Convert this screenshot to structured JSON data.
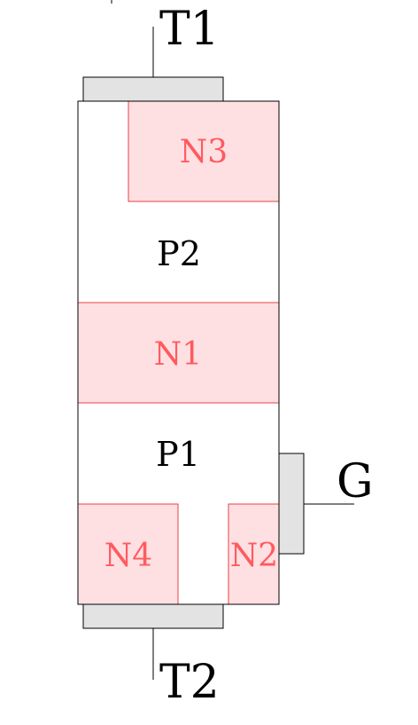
{
  "terminals": {
    "t1": "T1",
    "t2": "T2",
    "gate": "G"
  },
  "regions": {
    "n3": "N3",
    "p2": "P2",
    "n1": "N1",
    "p1": "P1",
    "n4": "N4",
    "n2": "N2"
  },
  "colors": {
    "n_fill": "#ffe0e2",
    "n_stroke": "#e8424b",
    "n_text": "#ff5a5f",
    "contact_fill": "#e3e3e3",
    "outline": "#000000"
  }
}
